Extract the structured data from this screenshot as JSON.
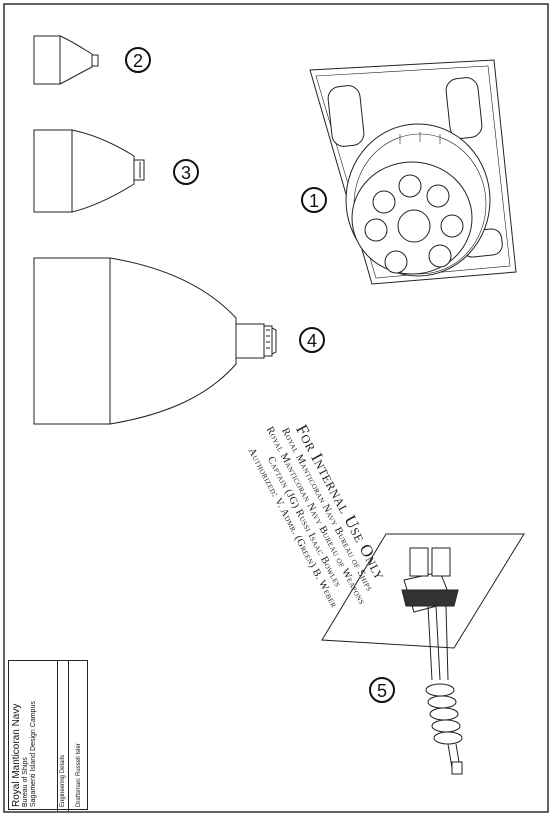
{
  "stamp": {
    "heading": "For Internal Use Only",
    "lines": [
      "Royal Manticoran Navy Bureau of Ships",
      "Royal Manticoran Navy Bureau of Weapons",
      "Captain (JG) Russi Isaac Bowles",
      "Authorized: V. Admr. (Green) B. Weber"
    ]
  },
  "titleblock": {
    "org": "Royal Manticoran Navy",
    "bureau": "Bureau of Ships",
    "campus": "Sagamenti Island Design Campus",
    "section": "Engineering Details",
    "draftsman": "Draftsman: Russell Isler"
  },
  "callouts": [
    {
      "id": "1",
      "label": "1"
    },
    {
      "id": "2",
      "label": "2"
    },
    {
      "id": "3",
      "label": "3"
    },
    {
      "id": "4",
      "label": "4"
    },
    {
      "id": "5",
      "label": "5"
    }
  ]
}
